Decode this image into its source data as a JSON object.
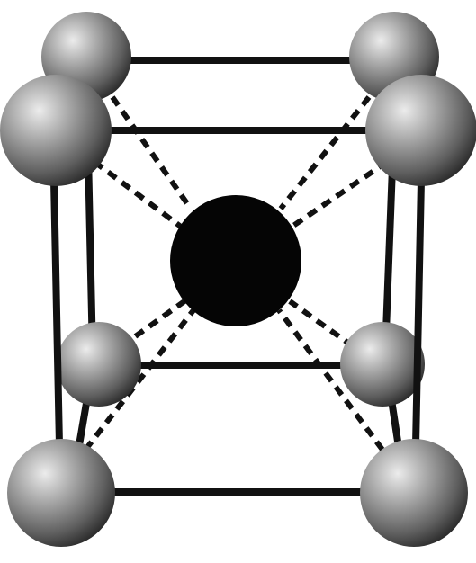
{
  "diagram": {
    "type": "body-centered cubic unit cell",
    "corner_atom_count": 8,
    "center_atom_count": 1,
    "colors": {
      "background": "#ffffff",
      "bond": "#111111",
      "center_atom": "#050505",
      "corner_atom_highlight": "#e8e8e8",
      "corner_atom_mid": "#8a8a8a",
      "corner_atom_shadow": "#2a2a2a"
    }
  }
}
